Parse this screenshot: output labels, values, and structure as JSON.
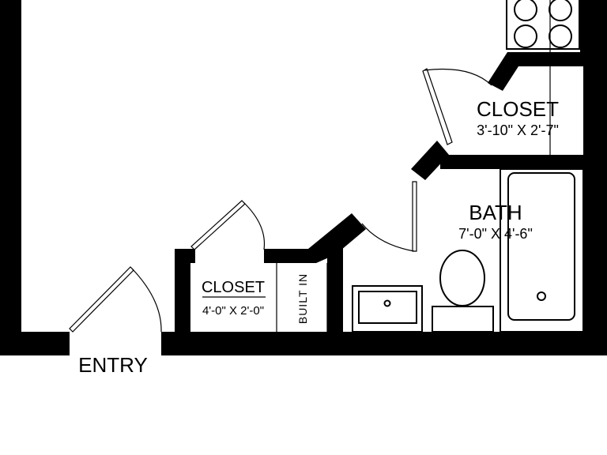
{
  "rooms": {
    "closet_upper": {
      "name": "CLOSET",
      "size": "3'-10\" X 2'-7\""
    },
    "bath": {
      "name": "BATH",
      "size": "7'-0\" X 4'-6\""
    },
    "closet_lower": {
      "name": "CLOSET",
      "size": "4'-0\" X 2'-0\""
    },
    "built_in": {
      "name": "BUILT IN"
    }
  },
  "entry": {
    "label": "ENTRY"
  },
  "colors": {
    "wall": "#000000",
    "background": "#ffffff"
  },
  "icons": [
    "door-swing",
    "stove-burner",
    "toilet",
    "bathtub",
    "sink"
  ]
}
